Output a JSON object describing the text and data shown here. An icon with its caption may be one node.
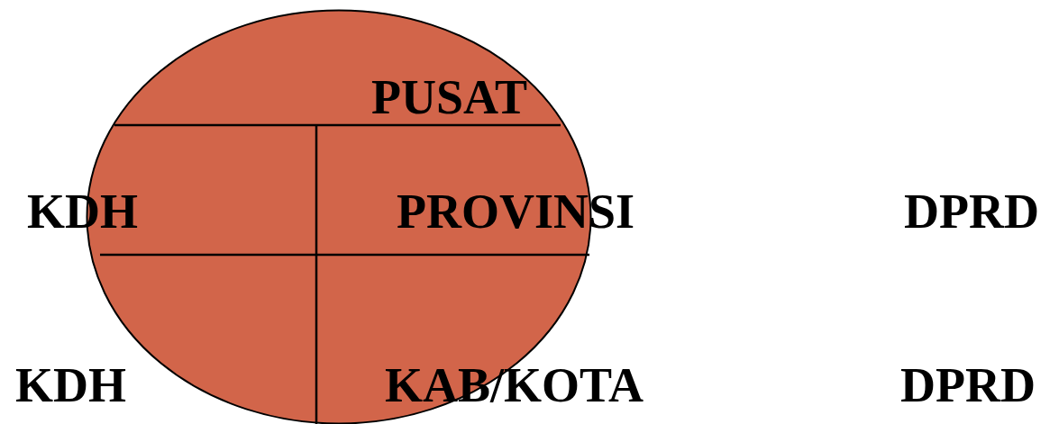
{
  "diagram": {
    "nodes": [
      {
        "text": [
          "PUSAT",
          "PROVINSI",
          "KAB/KOTA"
        ]
      }
    ],
    "labels": [
      "KDH",
      "DPRD",
      "KDH",
      "DPRD"
    ]
  }
}
